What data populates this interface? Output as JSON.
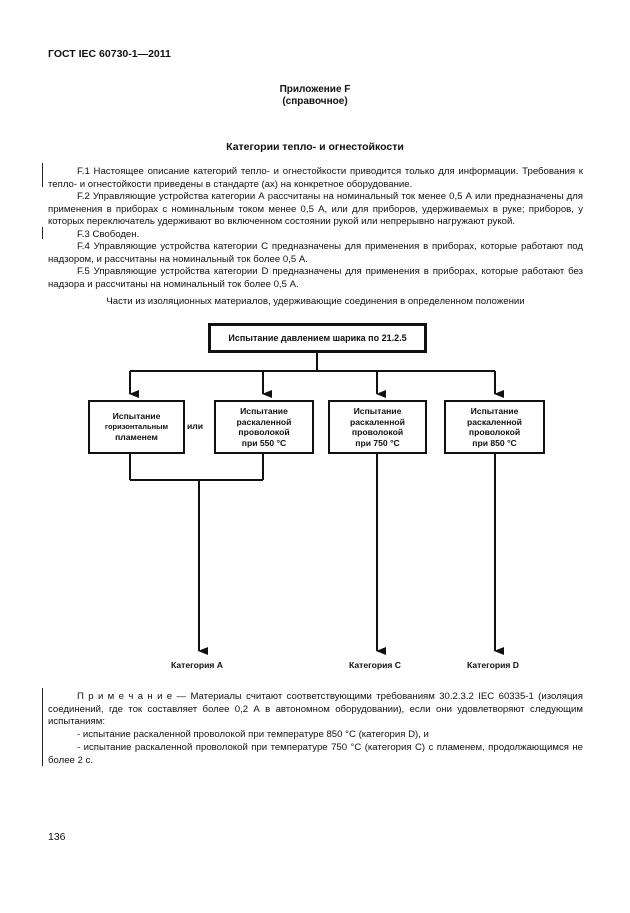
{
  "header": {
    "standard": "ГОСТ IEC 60730-1—2011"
  },
  "annex": {
    "title": "Приложение F",
    "subtitle": "(справочное)"
  },
  "section": {
    "title": "Категории тепло- и огнестойкости"
  },
  "paragraphs": [
    "F.1 Настоящее описание категорий тепло- и огнестойкости приводится только для информации. Требования к тепло- и огнестойкости приведены в стандарте (ах) на конкретное оборудование.",
    "F.2 Управляющие устройства категории А рассчитаны на номинальный ток менее 0,5 А или предназначены для применения в приборах с номинальным током менее 0,5 А, или для приборов, удерживаемых в руке; приборов, у которых переключатель удерживают во включенном состоянии рукой или непрерывно нагружают рукой.",
    "F.3 Свободен.",
    "F.4 Управляющие устройства категории С предназначены для применения в приборах, которые работают под надзором, и рассчитаны на номинальный ток более 0,5 А.",
    "F.5 Управляющие устройства категории D предназначены для применения в приборах, которые работают без надзора и рассчитаны на номинальный ток более 0,5 А."
  ],
  "diagram": {
    "title": "Части из изоляционных материалов, удерживающие соединения в определенном положении",
    "top_box": "Испытание давлением шарика по 21.2.5",
    "box1": {
      "line1": "Испытание",
      "line2": "горизонтальным",
      "line3": "пламенем"
    },
    "or_label": "или",
    "box2": {
      "line1": "Испытание",
      "line2": "раскаленной",
      "line3": "проволокой",
      "line4": "при 550 °С"
    },
    "box3": {
      "line1": "Испытание",
      "line2": "раскаленной",
      "line3": "проволокой",
      "line4": "при 750 °С"
    },
    "box4": {
      "line1": "Испытание",
      "line2": "раскаленной",
      "line3": "проволокой",
      "line4": "при 850 °С"
    },
    "categories": [
      "Категория А",
      "Категория С",
      "Категория D"
    ]
  },
  "note": {
    "lead": "П р и м е ч а н и е — Материалы считают соответствующими требованиям 30.2.3.2 IEC 60335-1 (изоляция соединений, где ток составляет более 0,2 А в автономном оборудовании), если они удовлетворяют следующим испытаниям:",
    "item1": "- испытание раскаленной проволокой при температуре 850 °С (категория D),     и",
    "item2": "- испытание раскаленной проволокой при температуре 750 °С (категория С) с пламенем, продолжающимся не более 2 с."
  },
  "page_number": "136"
}
